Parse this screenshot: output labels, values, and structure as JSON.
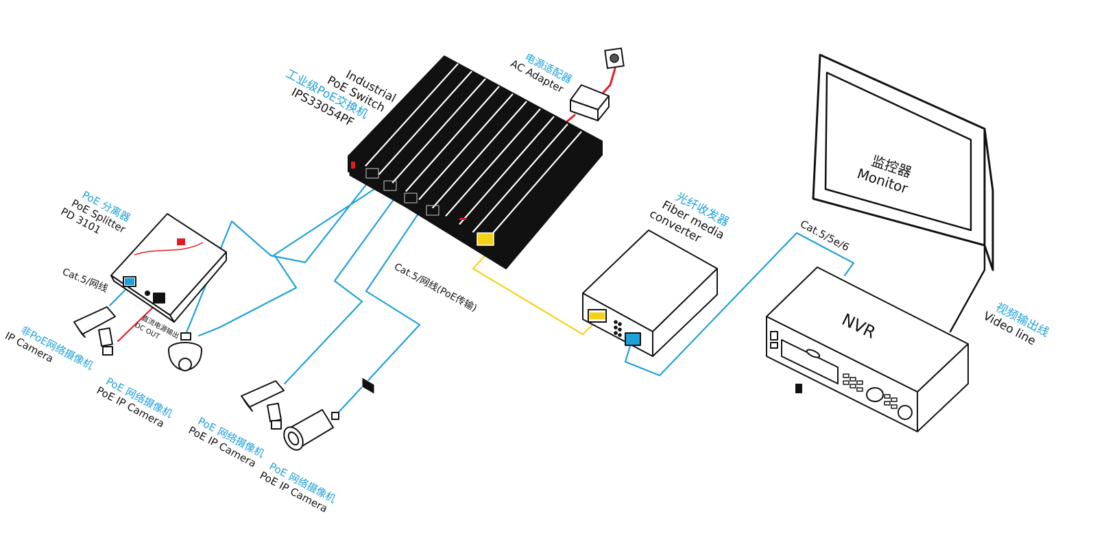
{
  "colors": {
    "cable_blue": "#1ea0d8",
    "cable_yellow": "#f5d21a",
    "power_red": "#e11b22",
    "outline": "#111111",
    "label_blue": "#1ea0d8"
  },
  "switch": {
    "name_en_line1": "Industrial",
    "name_en_line2": "PoE Switch",
    "name_zh": "工业级PoE交换机",
    "model": "IPS33054PF"
  },
  "adapter": {
    "name_zh": "电源适配器",
    "name_en": "AC Adapter"
  },
  "splitter": {
    "name_zh": "PoE 分离器",
    "name_en": "PoE Splitter",
    "model": "PD 3101"
  },
  "splitter_cable": "Cat.5/网线",
  "dc_out": {
    "zh": "直流电源输出",
    "en": "DC OUT"
  },
  "ip_camera": {
    "zh": "非PoE网络摄像机",
    "en": "IP Camera"
  },
  "poe_cameras": [
    {
      "zh": "PoE 网络摄像机",
      "en": "PoE IP Camera"
    },
    {
      "zh": "PoE 网络摄像机",
      "en": "PoE IP Camera"
    },
    {
      "zh": "PoE 网络摄像机",
      "en": "PoE IP Camera"
    }
  ],
  "poe_cable": "Cat.5/网线(PoE传输)",
  "fiber": {
    "name_zh": "光纤收发器",
    "name_en_line1": "Fiber media",
    "name_en_line2": "converter"
  },
  "nvr_cable": "Cat.5/5e/6",
  "monitor": {
    "name_zh": "监控器",
    "name_en": "Monitor"
  },
  "nvr": {
    "name": "NVR"
  },
  "video_line": {
    "zh": "视频输出线",
    "en": "Video line"
  },
  "icons": [
    "wall-socket-icon",
    "dome-camera-icon",
    "bullet-camera-icon",
    "box-camera-icon"
  ]
}
